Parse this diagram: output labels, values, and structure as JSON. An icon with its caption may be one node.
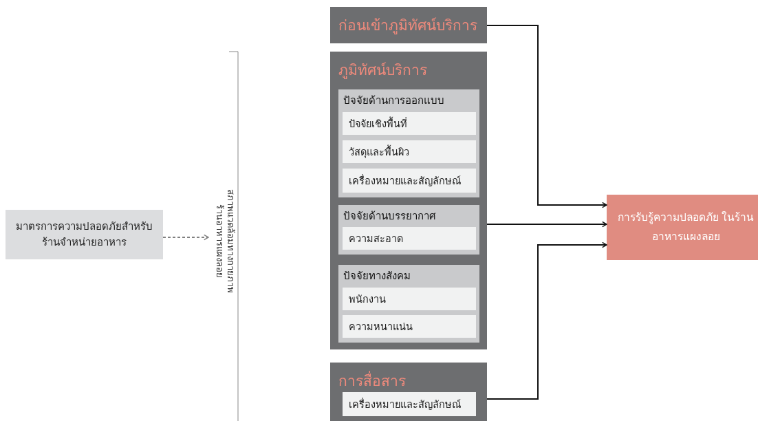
{
  "diagram": {
    "nodes": [
      {
        "text": [
          "มาตรการความปลอดภัยสำหรับ ร้านจำหน่ายอาหาร"
        ]
      },
      {
        "text": [
          "สภาพแวดล้อมทางกายภาพ ร้านอาหารแผงลอย"
        ]
      },
      {
        "text": [
          "ก่อนเข้าภูมิทัศน์บริการ"
        ]
      },
      {
        "text": [
          "ภูมิทัศน์บริการ"
        ]
      },
      {
        "text": [
          "ปัจจัยด้านการออกแบบ"
        ],
        "in": 3
      },
      {
        "text": [
          "ปัจจัยเชิงพื้นที่"
        ],
        "in": 4
      },
      {
        "text": [
          "วัสดุและพื้นผิว"
        ],
        "in": 4
      },
      {
        "text": [
          "เครื่องหมายและสัญลักษณ์"
        ],
        "in": 4
      },
      {
        "text": [
          "ปัจจัยด้านบรรยากาศ"
        ],
        "in": 3
      },
      {
        "text": [
          "ความสะอาด"
        ],
        "in": 8
      },
      {
        "text": [
          "ปัจจัยทางสังคม"
        ],
        "in": 3
      },
      {
        "text": [
          "พนักงาน"
        ],
        "in": 10
      },
      {
        "text": [
          "ความหนาแน่น"
        ],
        "in": 10
      },
      {
        "text": [
          "การสื่อสาร"
        ]
      },
      {
        "text": [
          "เครื่องหมายและสัญลักษณ์"
        ],
        "in": 13
      },
      {
        "text": [
          "การรับรู้ความปลอดภัย ในร้านอาหารแผงลอย"
        ]
      }
    ],
    "edges": [
      {
        "from": 0,
        "to": 1,
        "arrow": "to",
        "style": "dashed",
        "color": "#808080"
      },
      {
        "from": 2,
        "to": 15,
        "arrow": "to"
      },
      {
        "from": 3,
        "to": 15,
        "arrow": "to"
      },
      {
        "from": 13,
        "to": 15,
        "arrow": "to"
      }
    ]
  }
}
